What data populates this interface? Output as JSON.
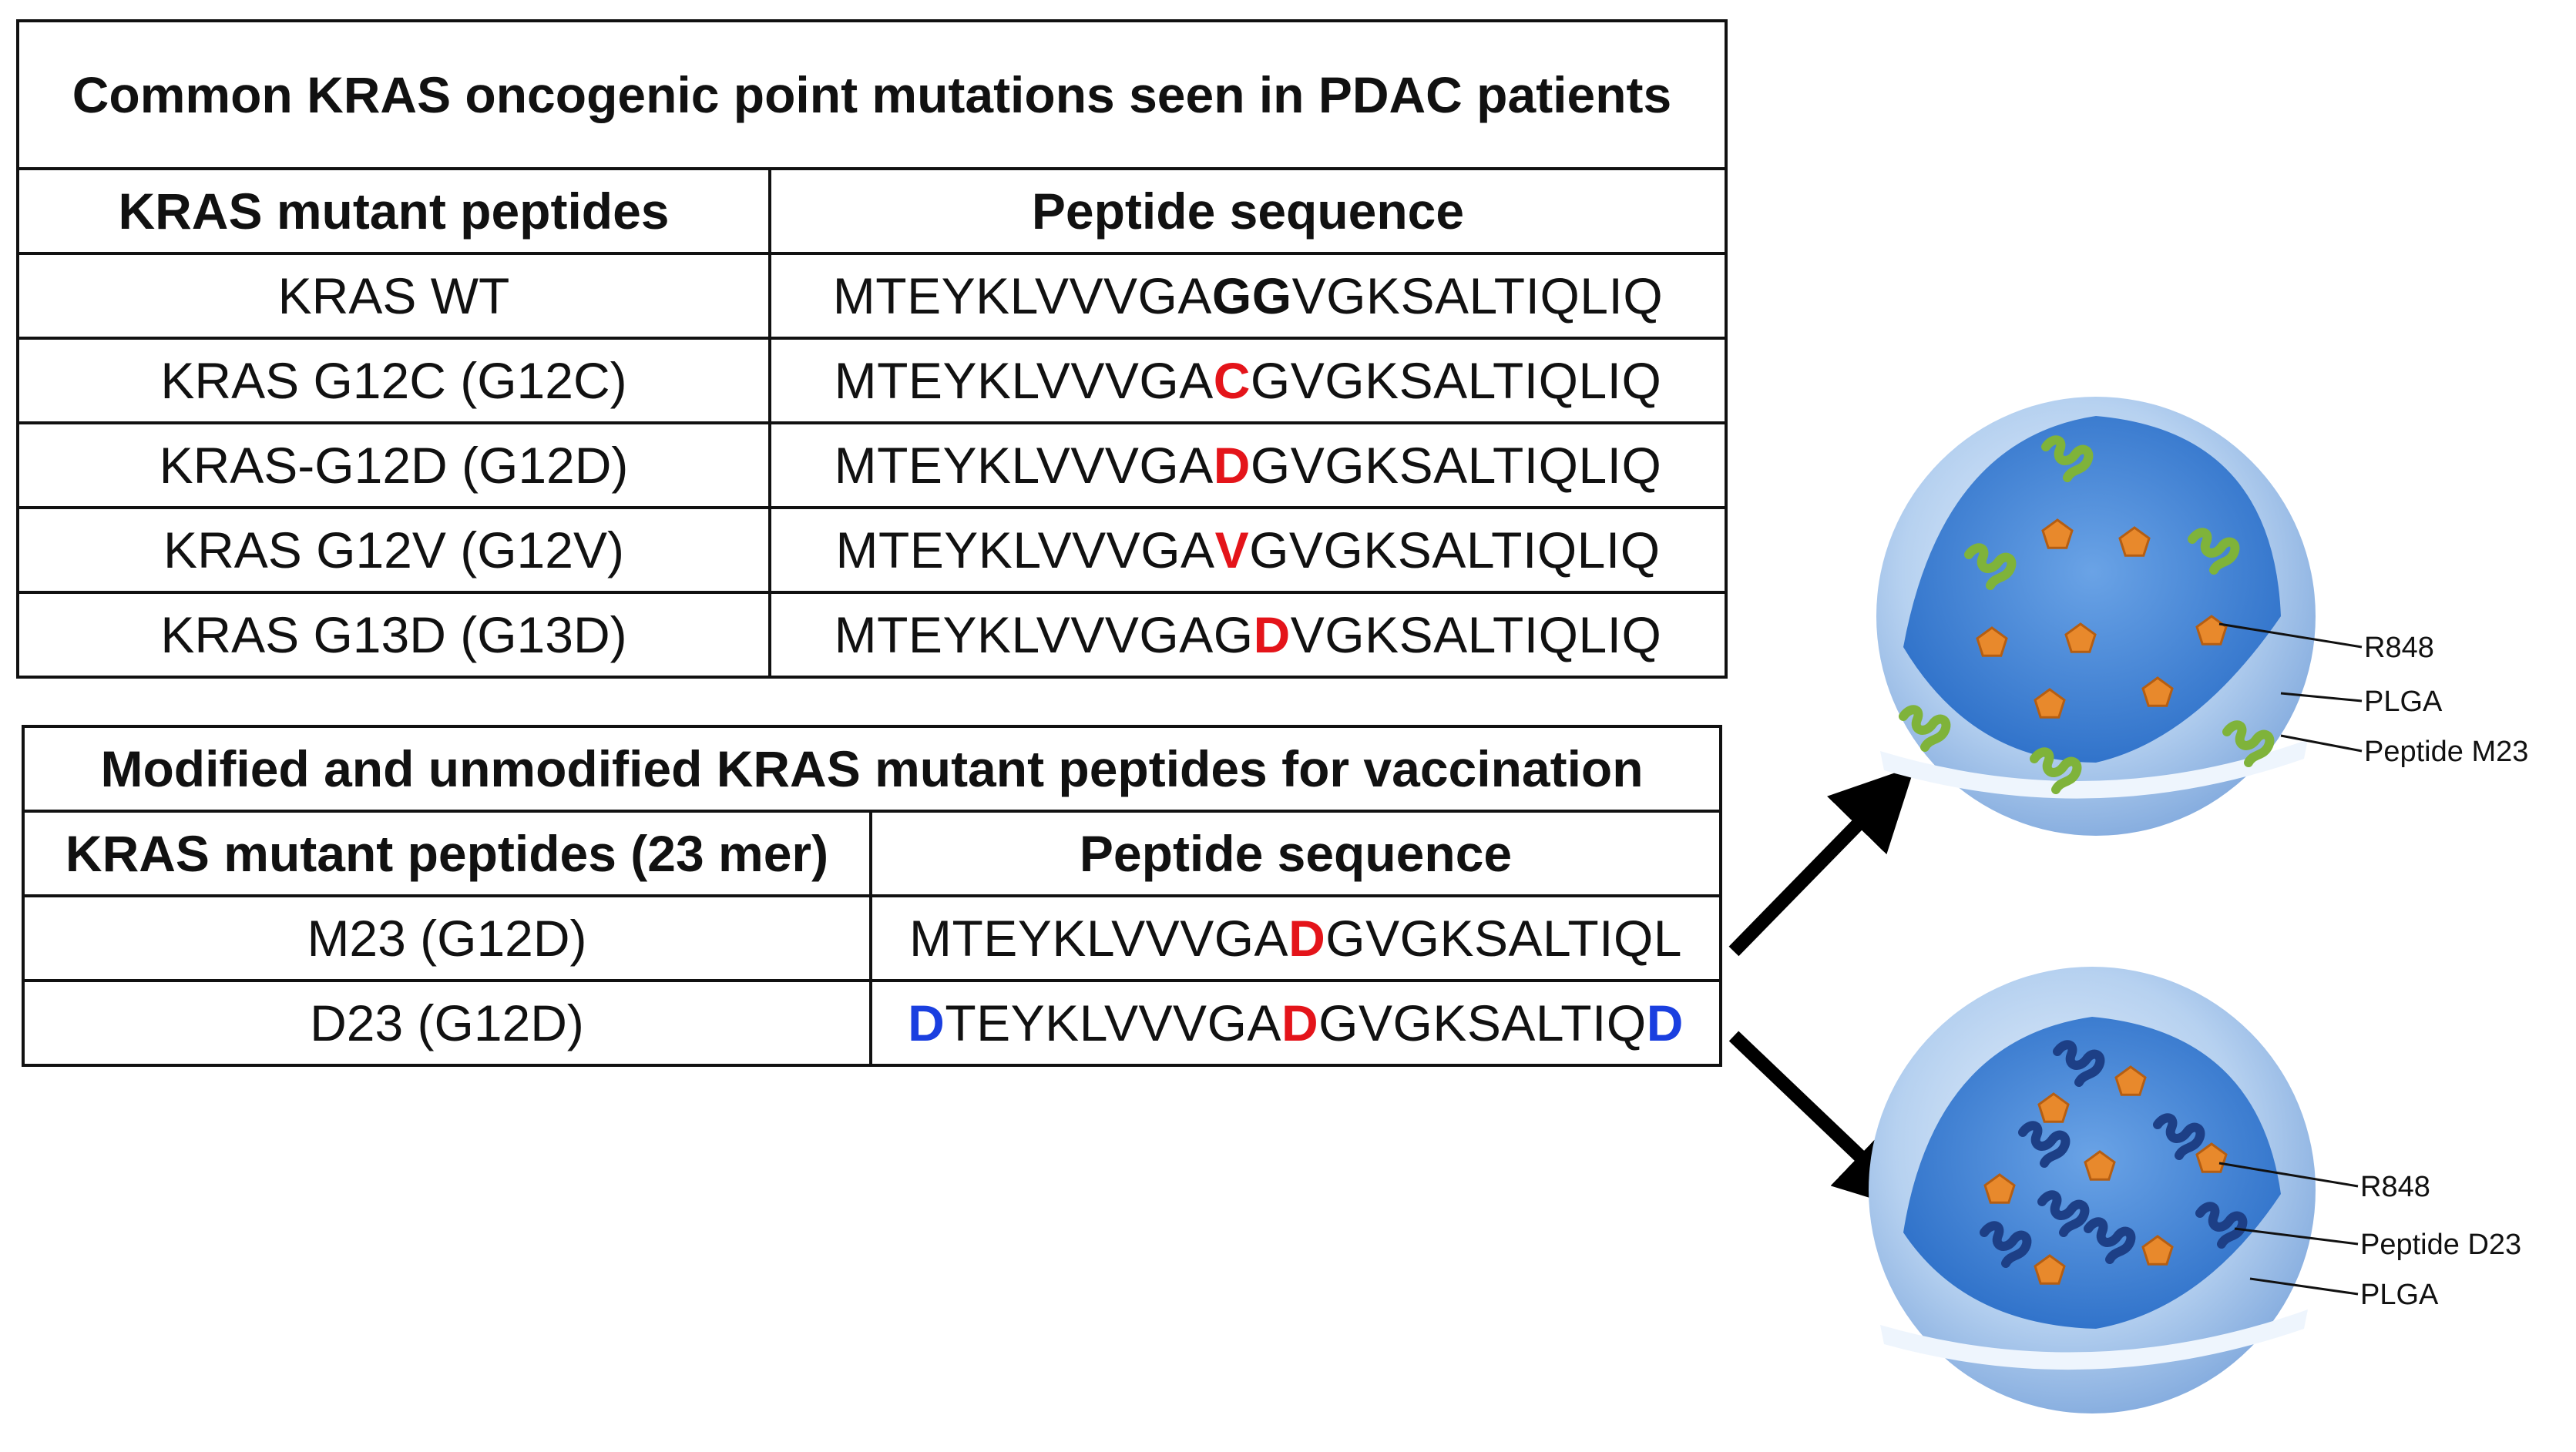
{
  "table1": {
    "title": "Common KRAS oncogenic point mutations seen in PDAC patients",
    "headers": [
      "KRAS mutant peptides",
      "Peptide sequence"
    ],
    "rows": [
      {
        "name": "KRAS WT",
        "seq": [
          {
            "t": "MTEYKLVVVGA",
            "s": "plain"
          },
          {
            "t": "GG",
            "s": "bold"
          },
          {
            "t": "VGKSALTIQLIQ",
            "s": "plain"
          }
        ]
      },
      {
        "name": "KRAS G12C (G12C)",
        "seq": [
          {
            "t": "MTEYKLVVVGA",
            "s": "plain"
          },
          {
            "t": "C",
            "s": "mut"
          },
          {
            "t": "GVGKSALTIQLIQ",
            "s": "plain"
          }
        ]
      },
      {
        "name": "KRAS-G12D (G12D)",
        "seq": [
          {
            "t": "MTEYKLVVVGA",
            "s": "plain"
          },
          {
            "t": "D",
            "s": "mut"
          },
          {
            "t": "GVGKSALTIQLIQ",
            "s": "plain"
          }
        ]
      },
      {
        "name": "KRAS G12V (G12V)",
        "seq": [
          {
            "t": "MTEYKLVVVGA",
            "s": "plain"
          },
          {
            "t": "V",
            "s": "mut"
          },
          {
            "t": "GVGKSALTIQLIQ",
            "s": "plain"
          }
        ]
      },
      {
        "name": "KRAS G13D (G13D)",
        "seq": [
          {
            "t": "MTEYKLVVVGAG",
            "s": "plain"
          },
          {
            "t": "D",
            "s": "mut"
          },
          {
            "t": "VGKSALTIQLIQ",
            "s": "plain"
          }
        ]
      }
    ]
  },
  "table2": {
    "title": "Modified and unmodified KRAS mutant peptides for vaccination",
    "headers": [
      "KRAS mutant peptides (23 mer)",
      "Peptide sequence"
    ],
    "rows": [
      {
        "name": "M23 (G12D)",
        "seq": [
          {
            "t": "MTEYKLVVVGA",
            "s": "plain"
          },
          {
            "t": "D",
            "s": "mut"
          },
          {
            "t": "GVGKSALTIQL",
            "s": "plain"
          }
        ]
      },
      {
        "name": "D23 (G12D)",
        "seq": [
          {
            "t": "D",
            "s": "mod"
          },
          {
            "t": "TEYKLVVVGA",
            "s": "plain"
          },
          {
            "t": "D",
            "s": "mut"
          },
          {
            "t": "GVGKSALTIQ",
            "s": "plain"
          },
          {
            "t": "D",
            "s": "mod"
          }
        ]
      }
    ]
  },
  "nanoparticle_top": {
    "labels": [
      "R848",
      "PLGA",
      "Peptide M23"
    ]
  },
  "nanoparticle_bottom": {
    "labels": [
      "R848",
      "Peptide D23",
      "PLGA"
    ]
  },
  "colors": {
    "mutation": "#e4141a",
    "modification": "#1a3fe0",
    "shell": "#a9c9ee",
    "core": "#3f82d6",
    "r848": "#e8892c",
    "peptide_m23": "#7fb33a",
    "peptide_d23": "#1d3f86"
  }
}
